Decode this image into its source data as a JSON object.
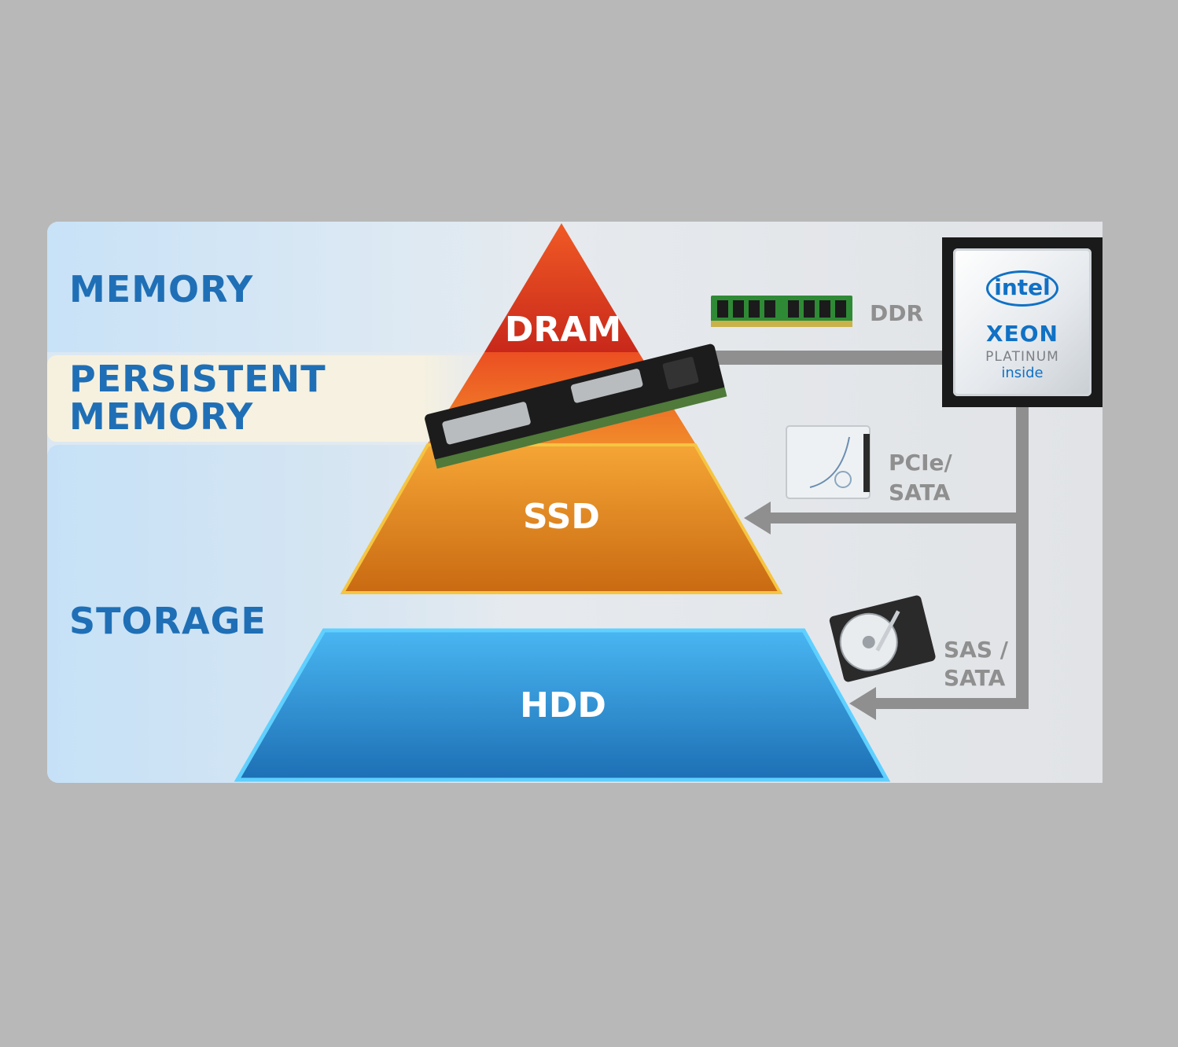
{
  "left_labels": {
    "memory": "MEMORY",
    "persistent_memory_line1": "PERSISTENT",
    "persistent_memory_line2": "MEMORY",
    "storage": "STORAGE"
  },
  "pyramid": {
    "dram": "DRAM",
    "ssd": "SSD",
    "hdd": "HDD"
  },
  "interfaces": {
    "ddr": "DDR",
    "pcie_line1": "PCIe/",
    "pcie_line2": "SATA",
    "sas_line1": "SAS /",
    "sas_line2": "SATA"
  },
  "processor_badge": {
    "brand": "intel",
    "model": "XEON",
    "tier": "PLATINUM",
    "inside": "inside"
  },
  "icons": [
    "dram-module-icon",
    "persistent-memory-module-icon",
    "ssd-drive-icon",
    "hdd-drive-icon",
    "processor-chip-icon"
  ],
  "colors": {
    "memory_label": "#1f6fb6",
    "dram": "#d8381c",
    "ssd": "#f09a2a",
    "hdd": "#2a8fd6",
    "connector": "#8f8f8f"
  }
}
